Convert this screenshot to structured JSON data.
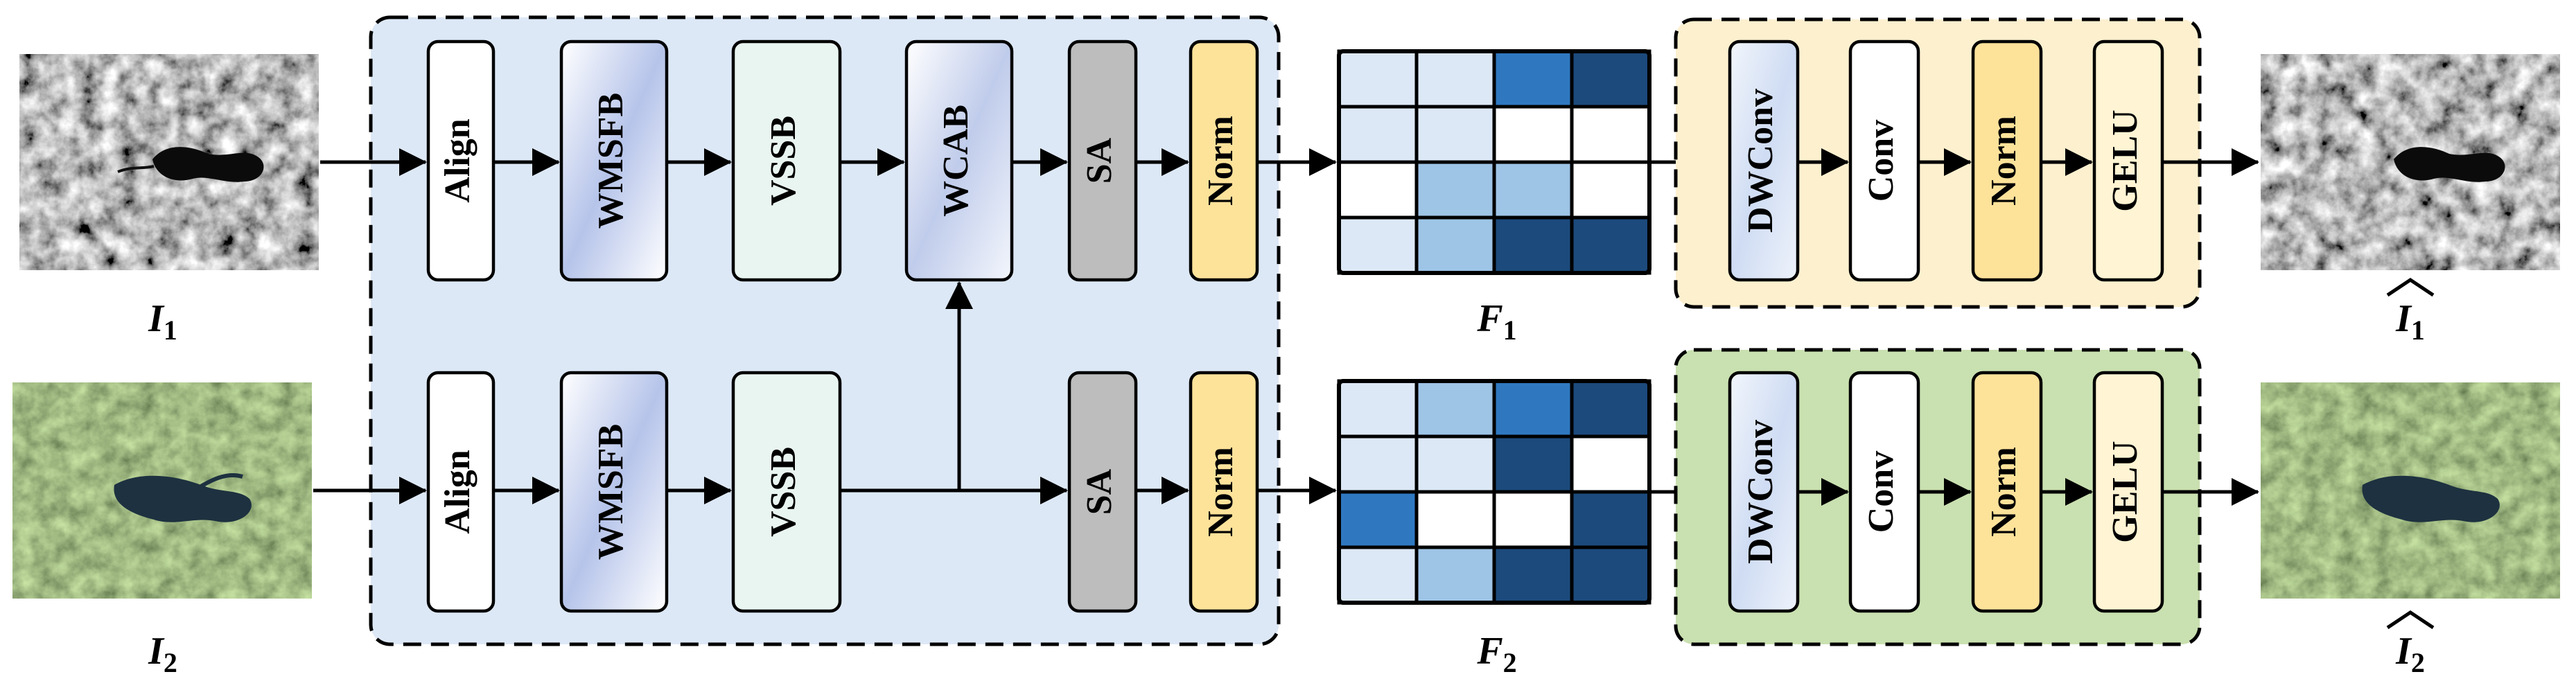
{
  "encoder": {
    "top_row": [
      "Align",
      "WMSFB",
      "VSSB",
      "WCAB",
      "SA",
      "Norm"
    ],
    "bottom_row": [
      "Align",
      "WMSFB",
      "VSSB",
      "SA",
      "Norm"
    ]
  },
  "decoder": {
    "top_row": [
      "DWConv",
      "Conv",
      "Norm",
      "GELU"
    ],
    "bottom_row": [
      "DWConv",
      "Conv",
      "Norm",
      "GELU"
    ]
  },
  "inputs": [
    {
      "name": "I",
      "sub": "1"
    },
    {
      "name": "I",
      "sub": "2"
    }
  ],
  "features": [
    {
      "name": "F",
      "sub": "1"
    },
    {
      "name": "F",
      "sub": "2"
    }
  ],
  "outputs": [
    {
      "name": "I",
      "sub": "1"
    },
    {
      "name": "I",
      "sub": "2"
    }
  ],
  "colors": {
    "encoder_bg": "#dde8f6",
    "decoder_top_bg": "#fdf0cf",
    "decoder_bottom_bg": "#c9e0b0",
    "norm_fill": "#fde29a",
    "sa_fill": "#bdbdbd",
    "vssb_fill": "#e9f5f1",
    "dwconv_fill": "#dde8f8",
    "gelu_fill": "#fff4d3",
    "grid_light": "#dde8f6",
    "grid_mid": "#9ec4e6",
    "grid_blue": "#2f78c0",
    "grid_dark": "#1c4a7c"
  },
  "feature_grids": {
    "F1": [
      [
        "light",
        "light",
        "blue",
        "dark"
      ],
      [
        "light",
        "light",
        "white",
        "white"
      ],
      [
        "white",
        "mid",
        "mid",
        "white"
      ],
      [
        "light",
        "mid",
        "dark",
        "dark"
      ]
    ],
    "F2": [
      [
        "light",
        "mid",
        "blue",
        "dark"
      ],
      [
        "light",
        "light",
        "dark",
        "white"
      ],
      [
        "blue",
        "white",
        "white",
        "dark"
      ],
      [
        "light",
        "mid",
        "dark",
        "dark"
      ]
    ]
  }
}
